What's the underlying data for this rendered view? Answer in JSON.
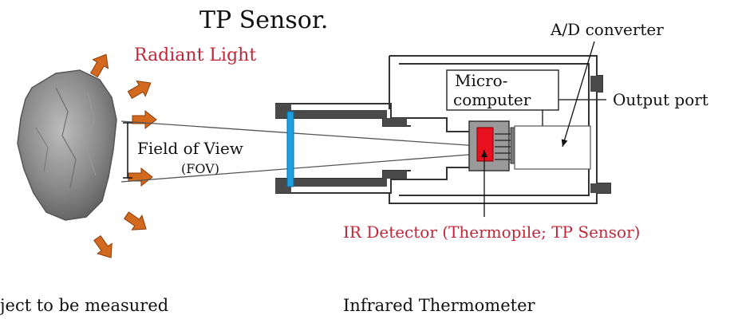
{
  "title": "TP Sensor.",
  "labels": {
    "radiant_light": "Radiant Light",
    "fov_line1": "Field of View",
    "fov_line2": "(FOV)",
    "micro_line1": "Micro-",
    "micro_line2": "computer",
    "ad_converter": "A/D converter",
    "output_port": "Output port",
    "ir_detector": "IR Detector (Thermopile; TP Sensor)",
    "object": "ject to be measured",
    "thermometer": "Infrared Thermometer"
  },
  "colors": {
    "accent_red": "#c0283a",
    "arrow_orange": "#d2691e",
    "lens_blue": "#1ea0e0",
    "detector_red": "#e8101e",
    "body_gray": "#4a4a4a"
  }
}
